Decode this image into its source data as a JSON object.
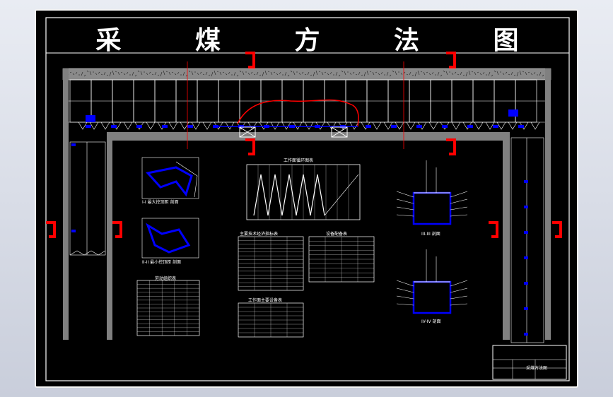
{
  "drawing": {
    "title": "采 煤 方 法 图",
    "section_labels": {
      "section_i": "I-I 最大控顶距 剖面",
      "section_ii": "II-II 最小控顶距 剖面",
      "section_iii": "III-III 剖面",
      "section_iv": "IV-IV 剖面"
    },
    "table_titles": {
      "cycle_chart": "工作面循环图表",
      "table_a": "劳动组织表",
      "table_b": "主要技术经济指标表",
      "table_c": "设备配备表",
      "table_d": "工作面主要设备表"
    },
    "title_block": {
      "drawing_name": "采煤方法图"
    }
  },
  "colors": {
    "background": "#000000",
    "line": "#ffffff",
    "roadway": "#808080",
    "equipment": "#0000ff",
    "marker": "#ff0000"
  }
}
